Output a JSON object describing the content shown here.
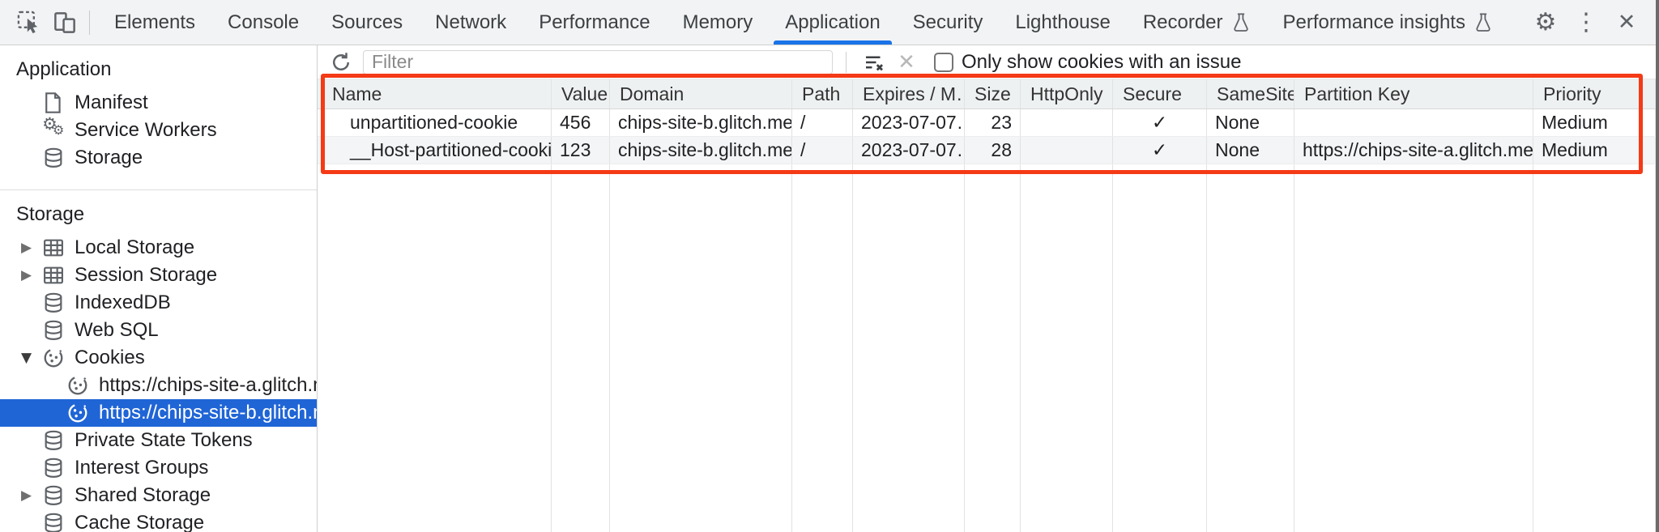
{
  "colors": {
    "accent": "#1a73e8",
    "selection": "#2065d6",
    "highlight": "#f43a16",
    "icon_gray": "#5f6368"
  },
  "tabbar": {
    "left_icons": [
      {
        "name": "inspect-element-icon"
      },
      {
        "name": "toggle-device-toolbar-icon"
      }
    ],
    "tabs": [
      {
        "label": "Elements"
      },
      {
        "label": "Console"
      },
      {
        "label": "Sources"
      },
      {
        "label": "Network"
      },
      {
        "label": "Performance"
      },
      {
        "label": "Memory"
      },
      {
        "label": "Application",
        "selected": true
      },
      {
        "label": "Security"
      },
      {
        "label": "Lighthouse"
      },
      {
        "label": "Recorder",
        "flask": true
      },
      {
        "label": "Performance insights",
        "flask": true
      }
    ],
    "right_icons": [
      {
        "name": "settings-gear-icon",
        "glyph": "⚙"
      },
      {
        "name": "more-options-kebab-icon",
        "glyph": "⋮"
      },
      {
        "name": "close-icon",
        "glyph": "✕"
      }
    ]
  },
  "sidebar": {
    "sections": [
      {
        "title": "Application",
        "items": [
          {
            "label": "Manifest",
            "icon": "file"
          },
          {
            "label": "Service Workers",
            "icon": "gears"
          },
          {
            "label": "Storage",
            "icon": "database"
          }
        ]
      },
      {
        "title": "Storage",
        "items": [
          {
            "label": "Local Storage",
            "icon": "table",
            "arrow": "collapsed"
          },
          {
            "label": "Session Storage",
            "icon": "table",
            "arrow": "collapsed"
          },
          {
            "label": "IndexedDB",
            "icon": "database"
          },
          {
            "label": "Web SQL",
            "icon": "database"
          },
          {
            "label": "Cookies",
            "icon": "cookie",
            "arrow": "expanded"
          },
          {
            "label": "https://chips-site-a.glitch.me",
            "icon": "cookie",
            "child": true
          },
          {
            "label": "https://chips-site-b.glitch.me",
            "icon": "cookie",
            "child": true,
            "selected": true
          },
          {
            "label": "Private State Tokens",
            "icon": "database"
          },
          {
            "label": "Interest Groups",
            "icon": "database"
          },
          {
            "label": "Shared Storage",
            "icon": "database",
            "arrow": "collapsed"
          },
          {
            "label": "Cache Storage",
            "icon": "database"
          }
        ]
      }
    ]
  },
  "toolbar": {
    "refresh_icon": "refresh-icon",
    "filter_placeholder": "Filter",
    "filter_value": "",
    "clear_icon": "clear-all-cookies-icon",
    "delete_icon": "delete-selected-icon",
    "checkbox": {
      "checked": false,
      "label": "Only show cookies with an issue"
    }
  },
  "cookie_table": {
    "columns": [
      {
        "key": "name",
        "label": "Name"
      },
      {
        "key": "value",
        "label": "Value"
      },
      {
        "key": "domain",
        "label": "Domain"
      },
      {
        "key": "path",
        "label": "Path"
      },
      {
        "key": "expires",
        "label": "Expires / M…"
      },
      {
        "key": "size",
        "label": "Size",
        "align": "right"
      },
      {
        "key": "httponly",
        "label": "HttpOnly"
      },
      {
        "key": "secure",
        "label": "Secure",
        "align": "center"
      },
      {
        "key": "samesite",
        "label": "SameSite"
      },
      {
        "key": "partitionkey",
        "label": "Partition Key"
      },
      {
        "key": "priority",
        "label": "Priority"
      }
    ],
    "rows": [
      {
        "name": "unpartitioned-cookie",
        "value": "456",
        "domain": "chips-site-b.glitch.me",
        "path": "/",
        "expires": "2023-07-07…",
        "size": "23",
        "httponly": "",
        "secure": "✓",
        "samesite": "None",
        "partitionkey": "",
        "priority": "Medium"
      },
      {
        "name": "__Host-partitioned-cookie",
        "value": "123",
        "domain": "chips-site-b.glitch.me",
        "path": "/",
        "expires": "2023-07-07…",
        "size": "28",
        "httponly": "",
        "secure": "✓",
        "samesite": "None",
        "partitionkey": "https://chips-site-a.glitch.me",
        "priority": "Medium"
      }
    ]
  }
}
